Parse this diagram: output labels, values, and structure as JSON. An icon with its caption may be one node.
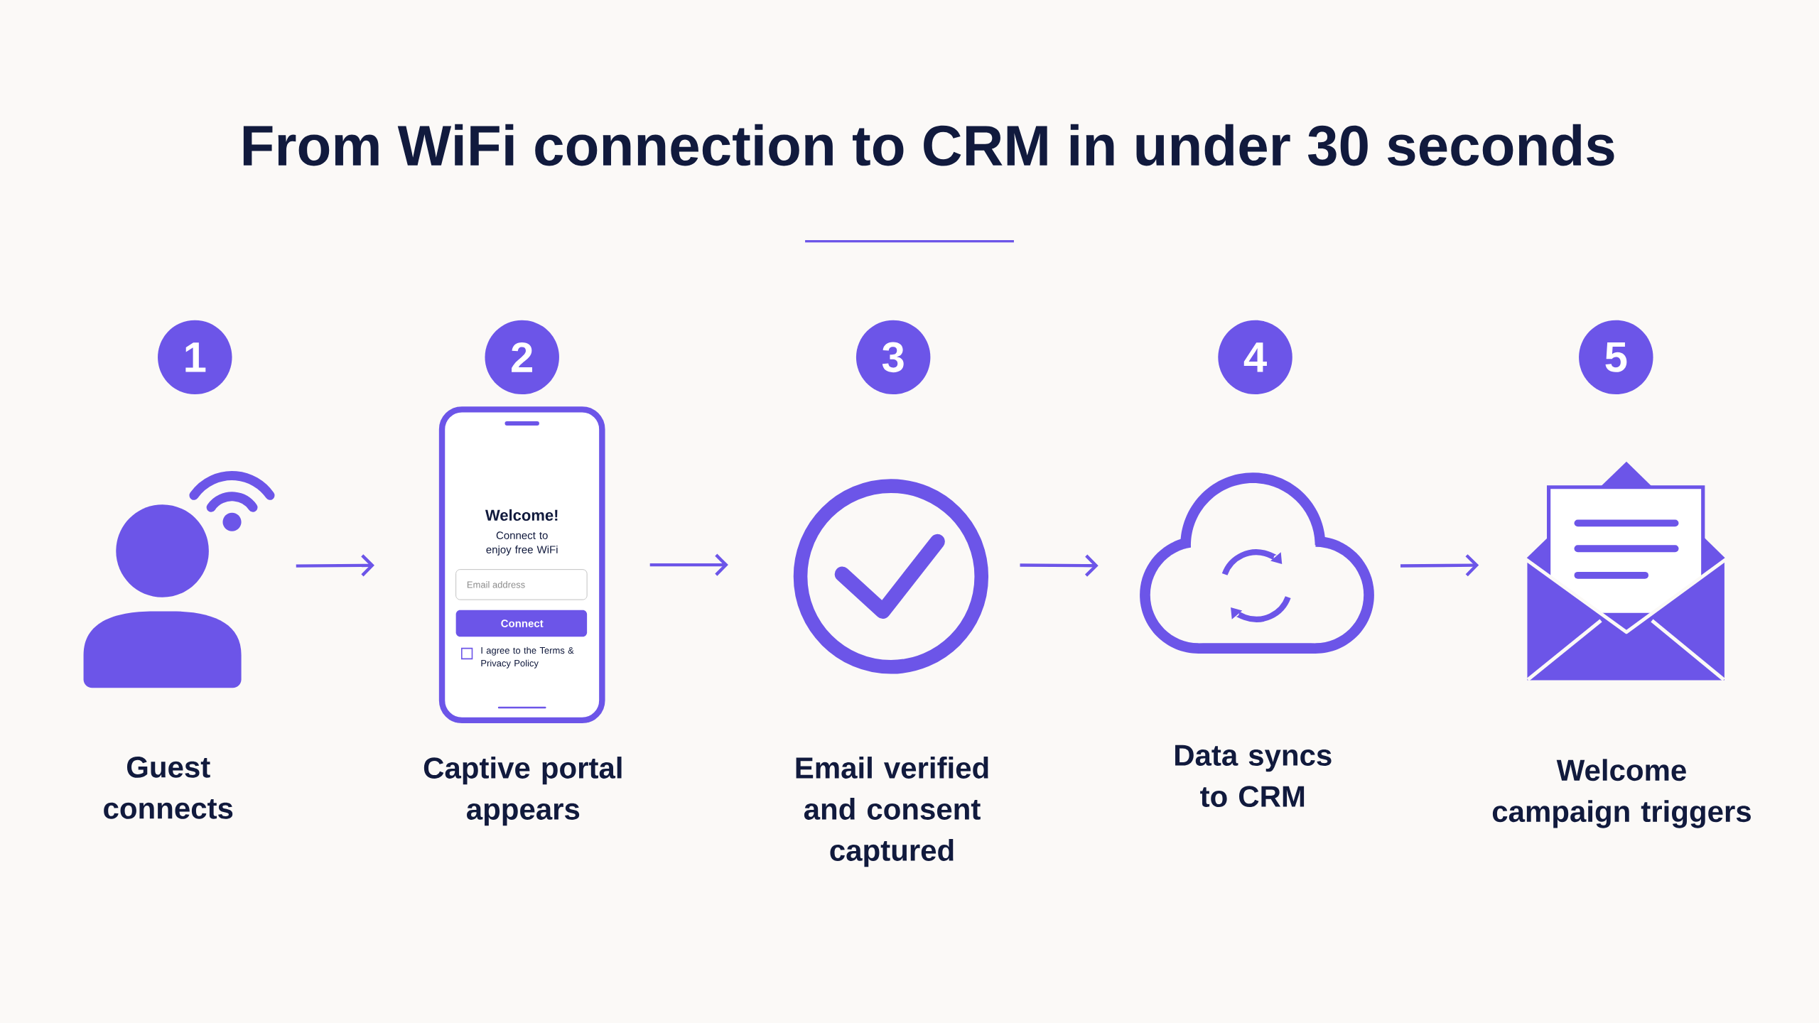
{
  "diagram": {
    "title": "From WiFi connection to CRM in under 30 seconds",
    "nodes": [
      {
        "text": [
          "1"
        ]
      },
      {
        "text": [
          "2"
        ]
      },
      {
        "text": [
          "3"
        ]
      },
      {
        "text": [
          "4"
        ]
      },
      {
        "text": [
          "5"
        ]
      },
      {
        "text": [],
        "shape": "person",
        "beside": [
          "Guest connects"
        ]
      },
      {
        "text": [],
        "shape": "phone",
        "beside": [
          "Captive portal appears"
        ]
      },
      {
        "text": [],
        "shape": "circle",
        "beside": [
          "Email verified and consent captured"
        ]
      },
      {
        "text": [],
        "shape": "cloud",
        "beside": [
          "Data syncs to CRM"
        ]
      },
      {
        "text": [],
        "shape": "envelope",
        "beside": [
          "Welcome campaign triggers"
        ]
      }
    ],
    "edges": [
      {
        "from": 5,
        "to": 6,
        "arrow": "to"
      },
      {
        "from": 6,
        "to": 7,
        "arrow": "to"
      },
      {
        "from": 7,
        "to": 8,
        "arrow": "to"
      },
      {
        "from": 8,
        "to": 9,
        "arrow": "to"
      }
    ],
    "labels": [
      "Welcome!",
      "Connect to enjoy free WiFi",
      "Email address",
      "Connect",
      "I agree to the Terms & Privacy Policy"
    ]
  }
}
